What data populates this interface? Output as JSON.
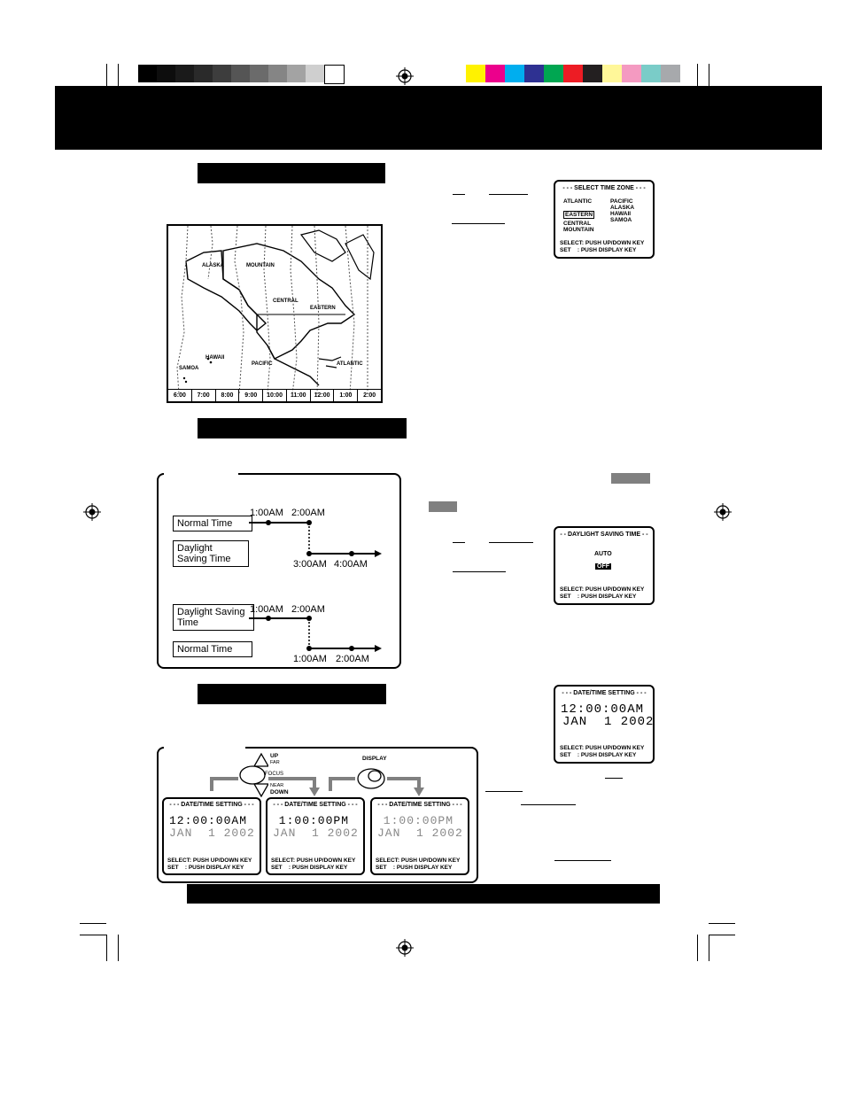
{
  "color_bar": {
    "grays": [
      "#000000",
      "#0d0d0d",
      "#1a1a1a",
      "#2a2a2a",
      "#3d3d3d",
      "#555555",
      "#6b6b6b",
      "#858585",
      "#a3a3a3",
      "#cfcfcf",
      "#ffffff"
    ],
    "colors": [
      "#fff200",
      "#ec008c",
      "#00aeef",
      "#2e3192",
      "#00a651",
      "#ed1c24",
      "#231f20",
      "#fff799",
      "#f49ac1",
      "#7accc8",
      "#a7a9ac"
    ]
  },
  "zone_screen": {
    "title": "SELECT TIME ZONE",
    "zones_left": [
      "ATLANTIC",
      "EASTERN",
      "CENTRAL",
      "MOUNTAIN"
    ],
    "zones_right": [
      "PACIFIC",
      "ALASKA",
      "HAWAII",
      "SAMOA"
    ],
    "selected": "EASTERN",
    "footer": [
      "SELECT: PUSH UP/DOWN KEY",
      "SET    : PUSH DISPLAY KEY"
    ]
  },
  "map": {
    "labels": [
      "ALASKA",
      "MOUNTAIN",
      "CENTRAL",
      "EASTERN",
      "HAWAII",
      "SAMOA",
      "PACIFIC",
      "ATLANTIC"
    ],
    "times": [
      "6:00",
      "7:00",
      "8:00",
      "9:00",
      "10:00",
      "11:00",
      "12:00",
      "1:00",
      "2:00"
    ]
  },
  "timeline": {
    "spring": {
      "normal": "Normal Time",
      "dst": "Daylight Saving Time",
      "t1": "1:00AM",
      "t2": "2:00AM",
      "t3": "3:00AM",
      "t4": "4:00AM"
    },
    "fall": {
      "dst": "Daylight Saving Time",
      "normal": "Normal Time",
      "t1": "1:00AM",
      "t2": "2:00AM",
      "t3": "1:00AM",
      "t4": "2:00AM"
    }
  },
  "dst_screen": {
    "title": "DAYLIGHT SAVING TIME",
    "option_auto": "AUTO",
    "option_off": "OFF",
    "footer": [
      "SELECT: PUSH UP/DOWN KEY",
      "SET    : PUSH DISPLAY KEY"
    ]
  },
  "datetime_screen": {
    "title": "DATE/TIME SETTING",
    "time": "12:00:00AM",
    "date": "JAN  1 2002",
    "footer": [
      "SELECT: PUSH UP/DOWN KEY",
      "SET    : PUSH DISPLAY KEY"
    ]
  },
  "keys": {
    "up": "UP",
    "far": "FAR",
    "focus": "FOCUS",
    "near": "NEAR",
    "down": "DOWN",
    "display": "DISPLAY"
  },
  "steps": [
    {
      "title": "DATE/TIME SETTING",
      "time": "12:00:00AM",
      "date": "JAN  1 2002",
      "footer": [
        "SELECT: PUSH UP/DOWN KEY",
        "SET    : PUSH DISPLAY KEY"
      ]
    },
    {
      "title": "DATE/TIME SETTING",
      "time": " 1:00:00PM",
      "date": "JAN  1 2002",
      "footer": [
        "SELECT: PUSH UP/DOWN KEY",
        "SET    : PUSH DISPLAY KEY"
      ]
    },
    {
      "title": "DATE/TIME SETTING",
      "time": " 1:00:00PM",
      "date": "JAN  1 2002",
      "footer": [
        "SELECT: PUSH UP/DOWN KEY",
        "SET    : PUSH DISPLAY KEY"
      ]
    }
  ]
}
